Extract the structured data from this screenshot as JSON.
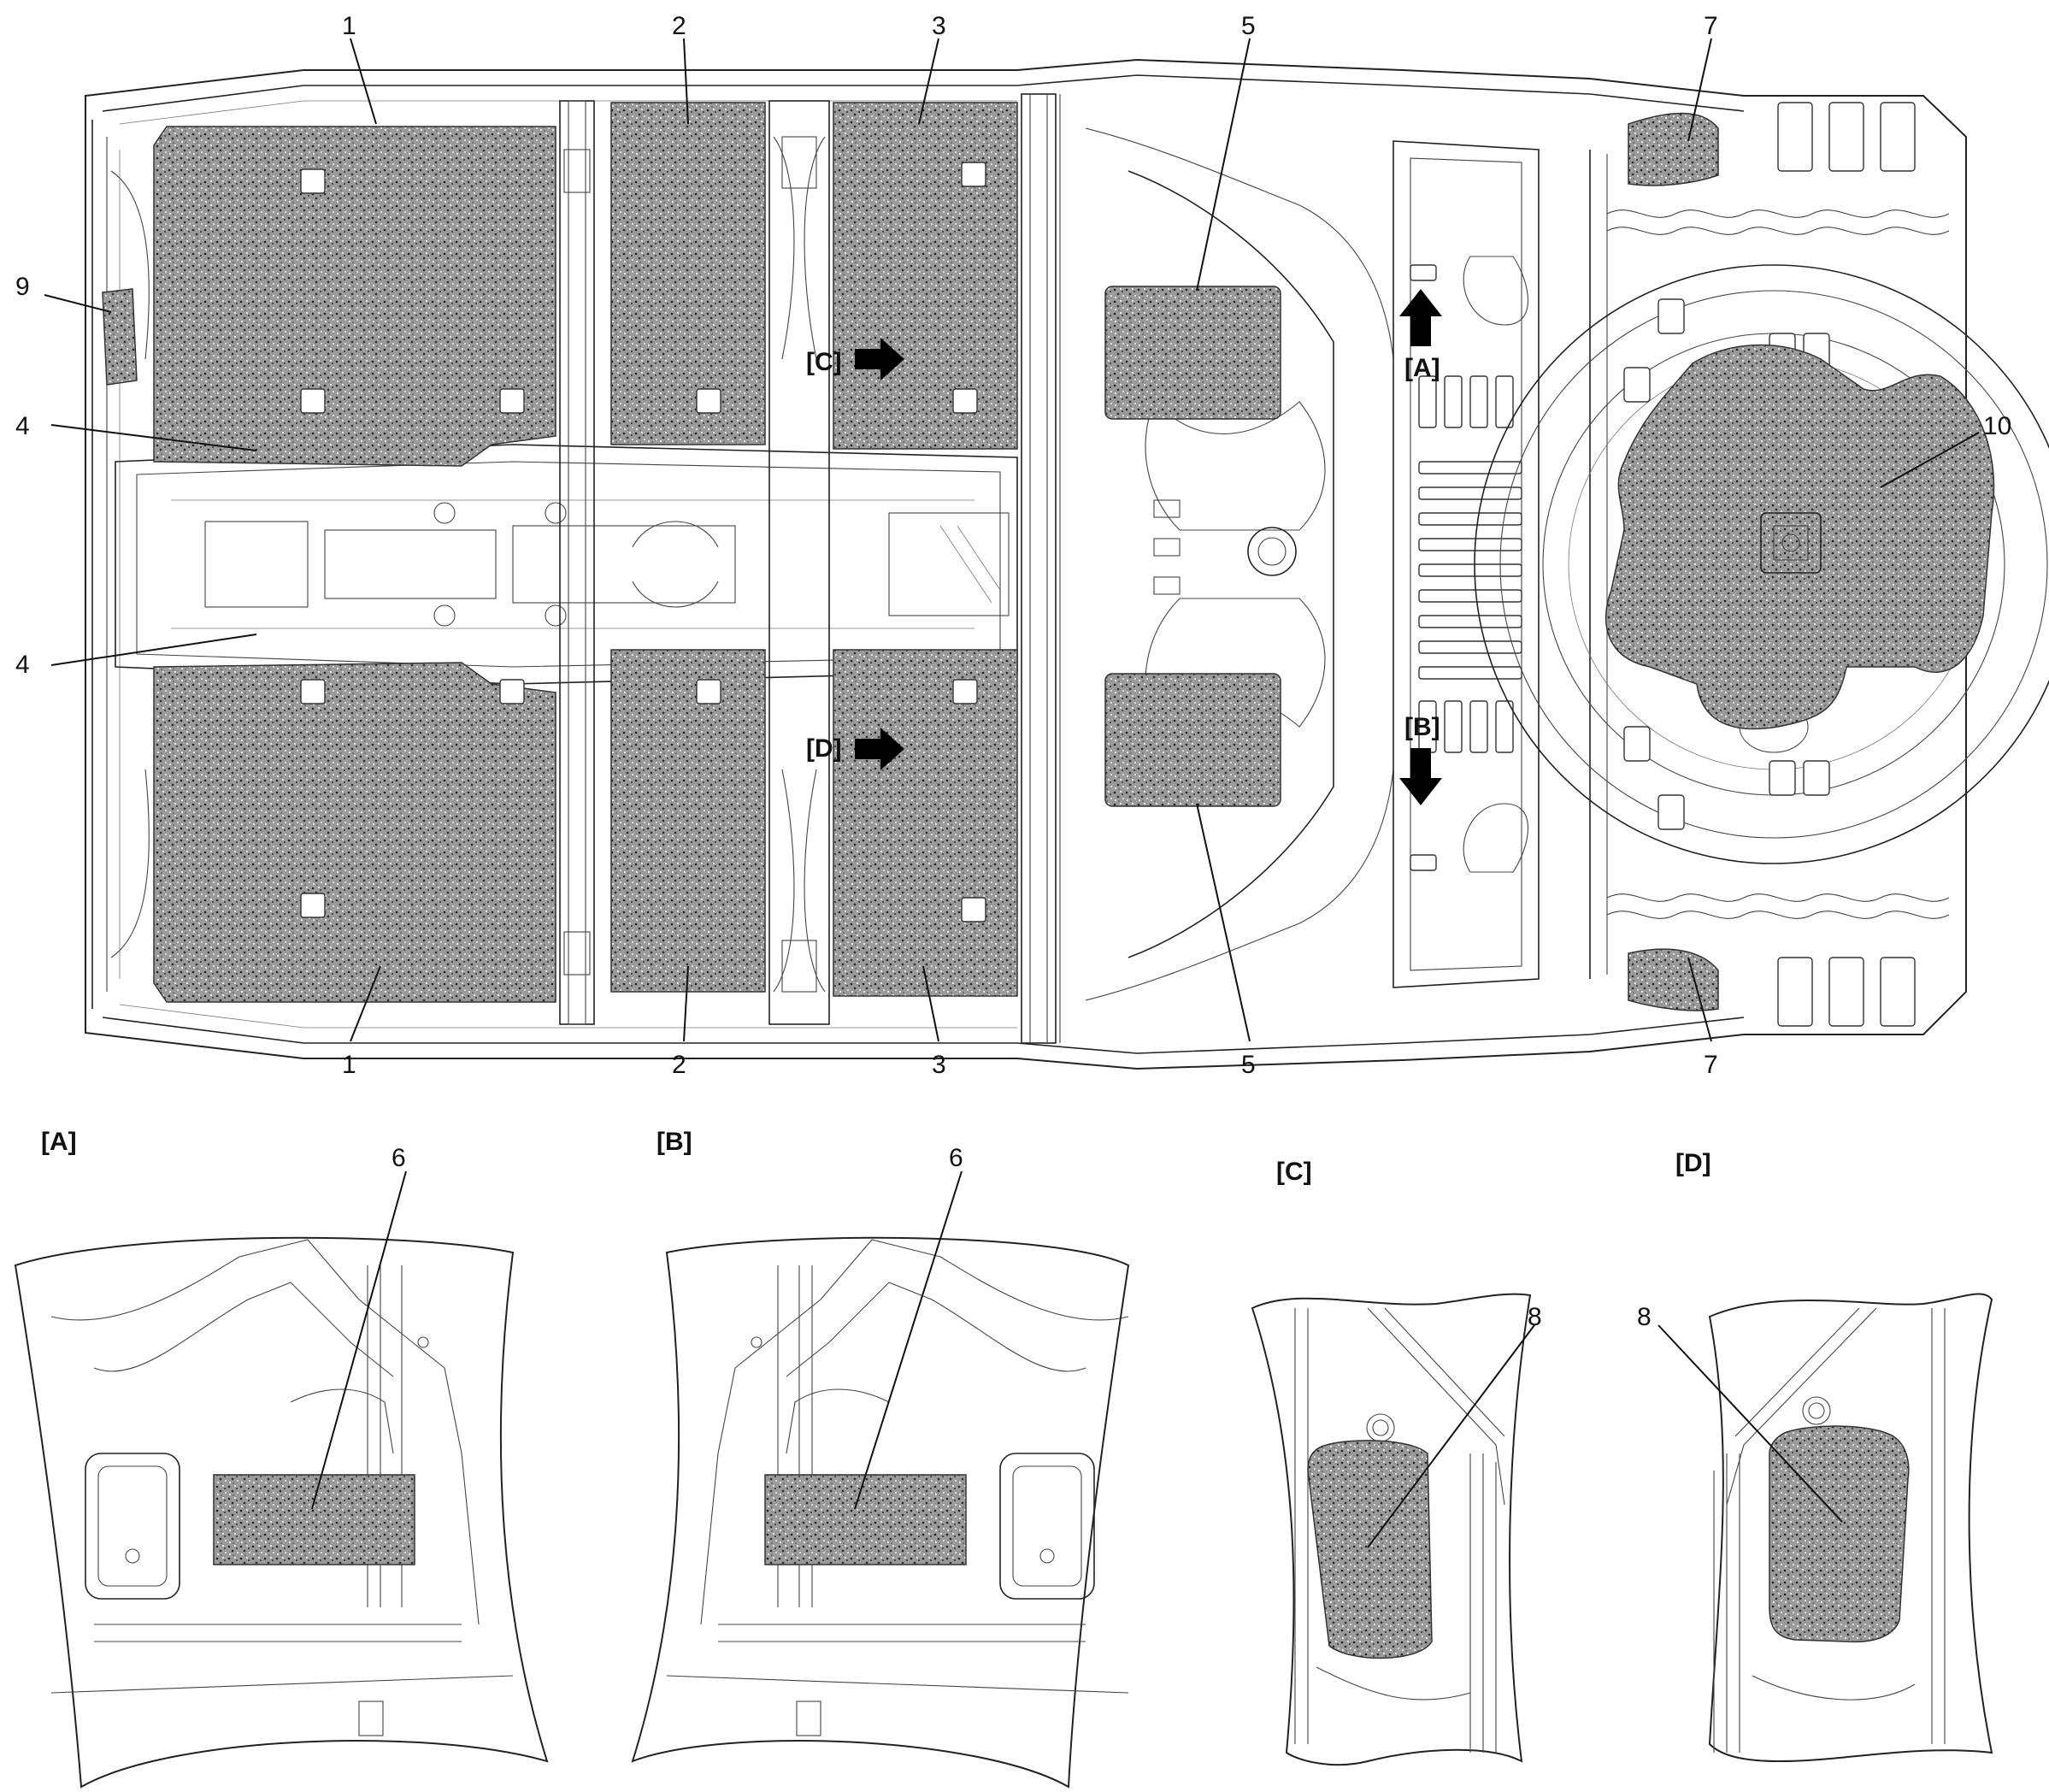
{
  "callouts": {
    "c1": "1",
    "c2": "2",
    "c3": "3",
    "c4": "4",
    "c5": "5",
    "c6": "6",
    "c7": "7",
    "c8": "8",
    "c9": "9",
    "c10": "10"
  },
  "view_refs": {
    "A": "[A]",
    "B": "[B]",
    "C": "[C]",
    "D": "[D]"
  },
  "colors": {
    "line": "#222222",
    "pad_fill": "#8a8a8a",
    "background": "#ffffff",
    "arrow": "#000000"
  },
  "icons": {
    "view_arrow": "arrow-icon"
  }
}
